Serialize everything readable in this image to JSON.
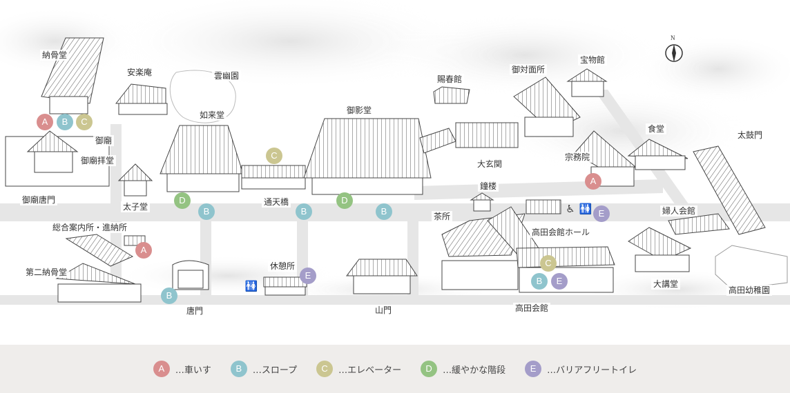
{
  "colors": {
    "A": "#d98e8e",
    "B": "#8fc4cd",
    "C": "#cbc691",
    "D": "#94c382",
    "E": "#a49dc9"
  },
  "compass": {
    "north_label": "N"
  },
  "buildings": {
    "noukotsudou": "納骨堂",
    "anrakuan": "安楽庵",
    "unyuen": "雲幽園",
    "nyoraidou": "如来堂",
    "goeidou": "御影堂",
    "shishunkan": "賜春館",
    "gotaimensho": "御対面所",
    "houmotsukan": "宝物館",
    "shokudou": "食堂",
    "taikomon": "太鼓門",
    "gobyou": "御廟",
    "gobyouhaidou": "御廟拝堂",
    "gobyoukaramon": "御廟唐門",
    "taishidou": "太子堂",
    "tsuutenkyou": "通天橋",
    "daigenkan": "大玄関",
    "shumuin": "宗務院",
    "shourou": "鐘楼",
    "chasho": "茶所",
    "takadakaikan_hall": "高田会館ホール",
    "fujinkaikan": "婦人会館",
    "sougouannaisho": "総合案内所・進納所",
    "dainiNoukotsudou": "第二納骨堂",
    "kyuukeisho": "休憩所",
    "daikoudou": "大講堂",
    "takadayouchien": "高田幼稚園",
    "karamon": "唐門",
    "sanmon": "山門",
    "takadakaikan": "高田会館"
  },
  "marker_letters": {
    "A": "A",
    "B": "B",
    "C": "C",
    "D": "D",
    "E": "E"
  },
  "legend": [
    {
      "key": "A",
      "label": "…車いす"
    },
    {
      "key": "B",
      "label": "…スロープ"
    },
    {
      "key": "C",
      "label": "…エレベーター"
    },
    {
      "key": "D",
      "label": "…緩やかな階段"
    },
    {
      "key": "E",
      "label": "…バリアフリートイレ"
    }
  ]
}
